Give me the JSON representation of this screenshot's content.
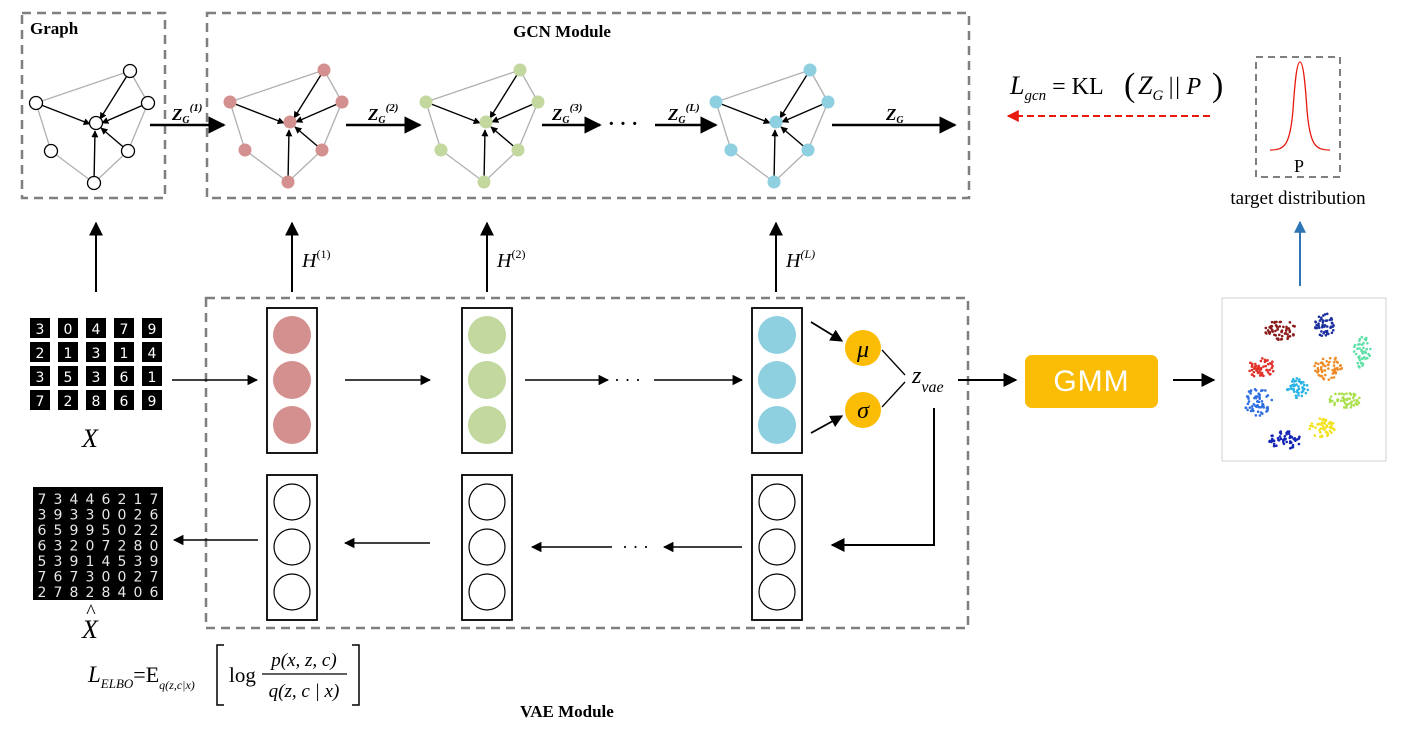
{
  "graph_box": {
    "title": "Graph"
  },
  "gcn_box": {
    "title": "GCN Module"
  },
  "vae_box": {
    "title": "VAE Module"
  },
  "gcn_arrows": {
    "z1": "Z",
    "z1_sub": "G",
    "z1_sup": "(1)",
    "z2": "Z",
    "z2_sub": "G",
    "z2_sup": "(2)",
    "z3": "Z",
    "z3_sub": "G",
    "z3_sup": "(3)",
    "zl": "Z",
    "zl_sub": "G",
    "zl_sup": "(L)",
    "zg": "Z",
    "zg_sub": "G",
    "dots": "· · ·"
  },
  "h_labels": {
    "h1": "H",
    "h1_sup": "(1)",
    "h2": "H",
    "h2_sup": "(2)",
    "hl": "H",
    "hl_sup": "(L)"
  },
  "loss_gcn": {
    "l": "L",
    "l_sub": "gcn",
    "eq": "= KL",
    "zg": "Z",
    "zg_sub": "G",
    "rest": "|| P"
  },
  "target": {
    "curve_label": "P",
    "caption": "target distribution"
  },
  "vae": {
    "mu": "μ",
    "sigma": "σ",
    "z": "z",
    "z_sub": "vae",
    "dots": "· · ·"
  },
  "input": {
    "x_label": "X",
    "xhat_label": "X",
    "digit_labels": [
      "3",
      "0",
      "4",
      "7",
      "9",
      "2",
      "1",
      "3",
      "1",
      "4",
      "3",
      "5",
      "3",
      "6",
      "1",
      "7",
      "2",
      "8",
      "6",
      "9"
    ]
  },
  "gmm": {
    "label": "GMM"
  },
  "recon_digits": [
    "7",
    "3",
    "4",
    "4",
    "6",
    "2",
    "1",
    "7",
    "3",
    "9",
    "3",
    "3",
    "0",
    "0",
    "2",
    "6",
    "6",
    "5",
    "9",
    "9",
    "5",
    "0",
    "2",
    "2",
    "6",
    "3",
    "2",
    "0",
    "7",
    "2",
    "8",
    "0",
    "5",
    "3",
    "9",
    "1",
    "4",
    "5",
    "3",
    "9",
    "7",
    "6",
    "7",
    "3",
    "0",
    "0",
    "2",
    "7",
    "2",
    "7",
    "8",
    "2",
    "8",
    "4",
    "0",
    "6"
  ],
  "loss_elbo": {
    "l": "L",
    "l_sub": "ELBO",
    "eq": "=E",
    "e_sub": "q(z,c|x)",
    "log": "log",
    "num": "p(x, z, c)",
    "den": "q(z, c | x)"
  },
  "colors": {
    "red_node": "#d4908e",
    "green_node": "#c2d89e",
    "blue_node": "#8ecfe0",
    "orange": "#fbbc05",
    "dashed_red": "#e8190f",
    "blue_arrow": "#2e75b6",
    "box_dash": "#7f7f7f"
  }
}
